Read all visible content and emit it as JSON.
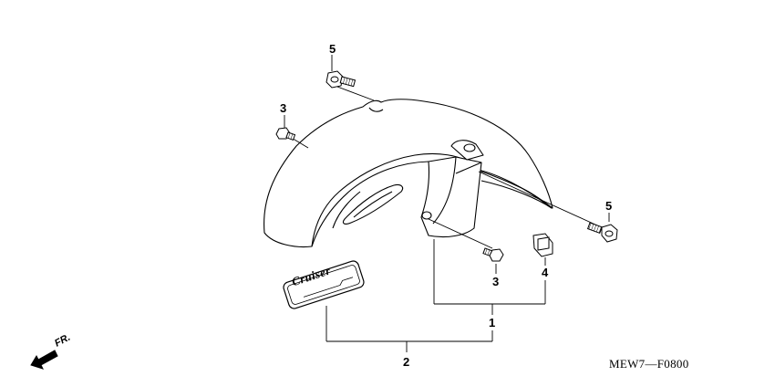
{
  "callouts": {
    "front_fender": "1",
    "emblem": "2",
    "screw_left": "3",
    "screw_center": "3",
    "clip_nut": "4",
    "bolt_top": "5",
    "bolt_right": "5"
  },
  "direction_label": "FR.",
  "emblem_text": "Cruiser",
  "diagram_code": "MEW7—F0800"
}
